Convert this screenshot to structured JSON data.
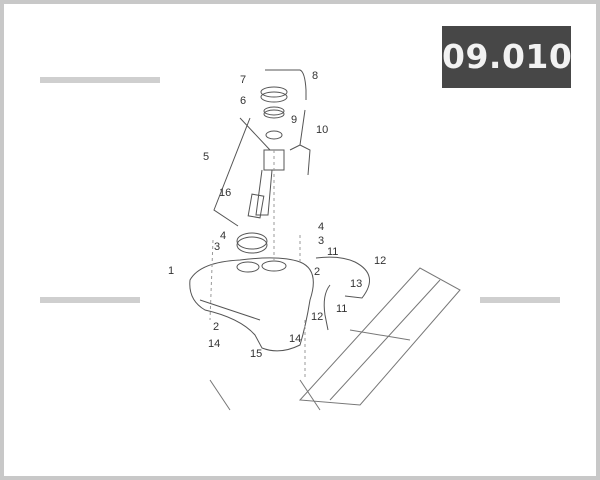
{
  "diagram_code": "09.010",
  "callouts": [
    "7",
    "8",
    "6",
    "9",
    "10",
    "5",
    "16",
    "4",
    "3",
    "4",
    "3",
    "11",
    "12",
    "1",
    "2",
    "13",
    "11",
    "12",
    "2",
    "14",
    "14",
    "15"
  ],
  "colors": {
    "badge": "#474747",
    "badge_text": "#f2f2f2",
    "frame": "#c8c8c8",
    "line": "#555555"
  }
}
